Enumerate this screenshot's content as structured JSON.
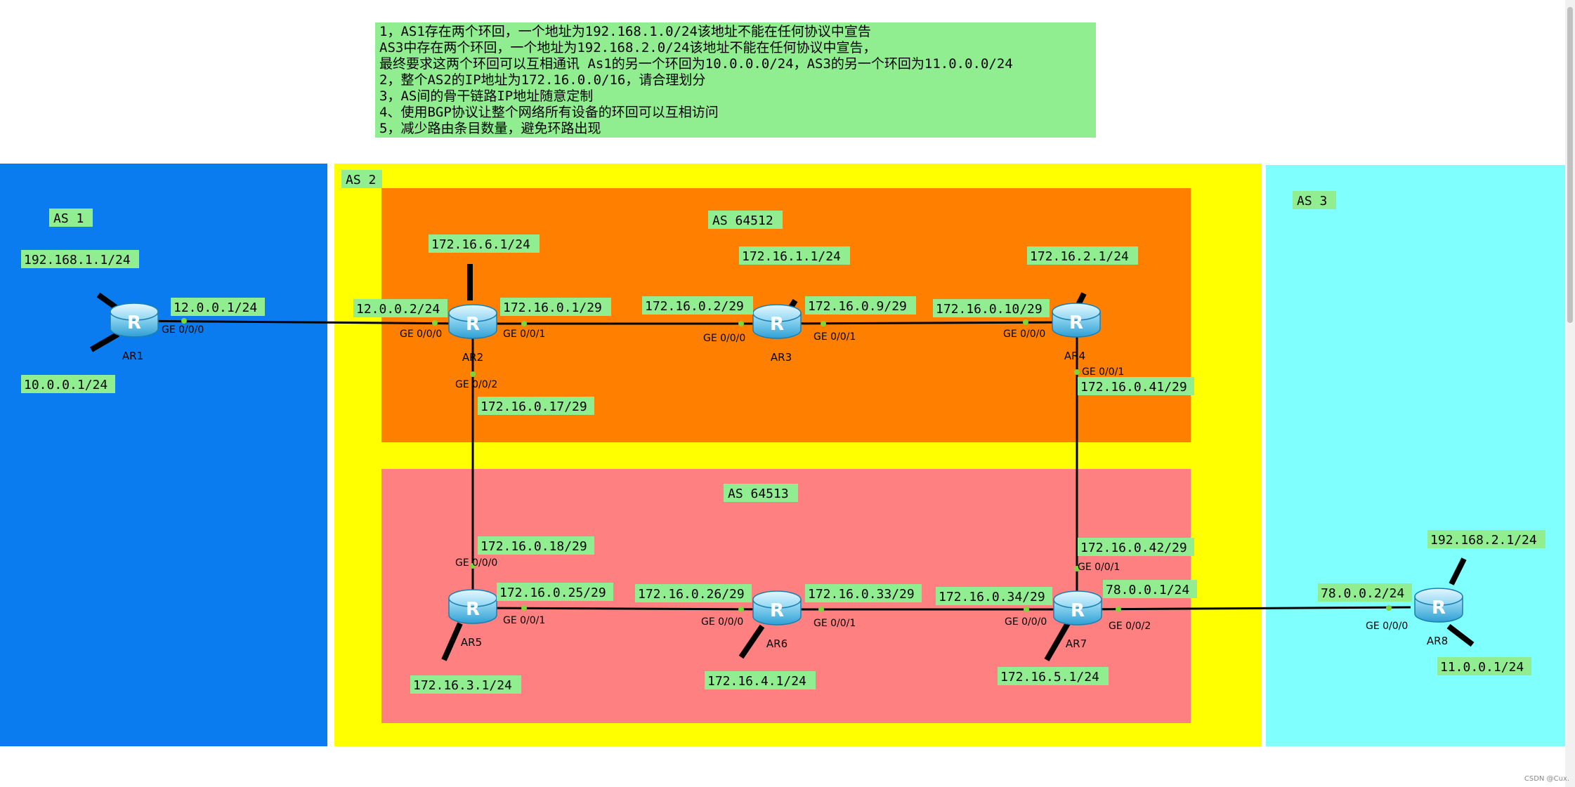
{
  "notes": [
    "1，AS1存在两个环回，一个地址为192.168.1.0/24该地址不能在任何协议中宣告",
    "AS3中存在两个环回，一个地址为192.168.2.0/24该地址不能在任何协议中宣告，",
    "最终要求这两个环回可以互相通讯 As1的另一个环回为10.0.0.0/24，AS3的另一个环回为11.0.0.0/24",
    "2，整个AS2的IP地址为172.16.0.0/16，请合理划分",
    "3，AS间的骨干链路IP地址随意定制",
    "4、使用BGP协议让整个网络所有设备的环回可以互相访问",
    "5，减少路由条目数量，避免环路出现"
  ],
  "regions": [
    {
      "id": "as1",
      "label": "AS 1",
      "color": "#0a7cf0"
    },
    {
      "id": "as2",
      "label": "AS 2",
      "color": "#ffff00"
    },
    {
      "id": "as3",
      "label": "AS 3",
      "color": "#80ffff"
    },
    {
      "id": "as64512",
      "label": "AS 64512",
      "color": "#ff8000"
    },
    {
      "id": "as64513",
      "label": "AS 64513",
      "color": "#ff8080"
    }
  ],
  "routers": [
    "AR1",
    "AR2",
    "AR3",
    "AR4",
    "AR5",
    "AR6",
    "AR7",
    "AR8"
  ],
  "ip_labels": [
    "192.168.1.1/24",
    "12.0.0.1/24",
    "10.0.0.1/24",
    "172.16.6.1/24",
    "12.0.0.2/24",
    "172.16.0.1/29",
    "172.16.0.17/29",
    "172.16.1.1/24",
    "172.16.0.2/29",
    "172.16.0.9/29",
    "172.16.2.1/24",
    "172.16.0.10/29",
    "172.16.0.41/29",
    "172.16.0.18/29",
    "172.16.0.25/29",
    "172.16.3.1/24",
    "172.16.0.26/29",
    "172.16.0.33/29",
    "172.16.4.1/24",
    "172.16.0.42/29",
    "172.16.0.34/29",
    "78.0.0.1/24",
    "172.16.5.1/24",
    "192.168.2.1/24",
    "78.0.0.2/24",
    "11.0.0.1/24"
  ],
  "ports": {
    "ge000": "GE 0/0/0",
    "ge001": "GE 0/0/1",
    "ge002": "GE 0/0/2"
  },
  "watermark": "CSDN @Cux.",
  "colors": {
    "label_bg": "#90ee90",
    "link": "#000000",
    "port_dot": "#7fd63a"
  }
}
